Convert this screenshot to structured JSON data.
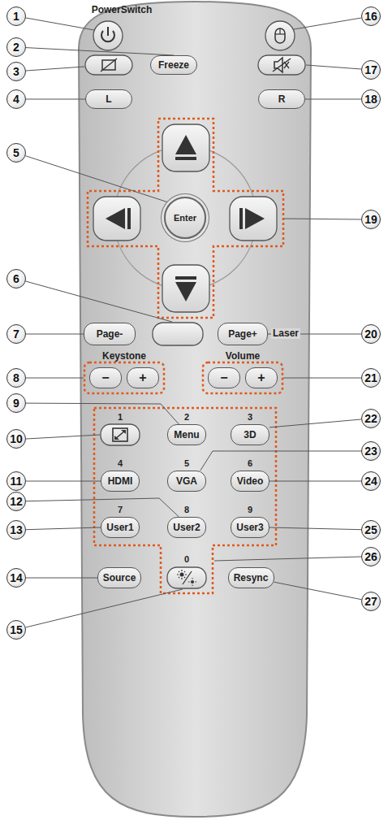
{
  "diagram": {
    "nodes": [
      {
        "text": [
          "1"
        ]
      },
      {
        "text": [
          "2"
        ]
      },
      {
        "text": [
          "3"
        ]
      },
      {
        "text": [
          "4"
        ]
      },
      {
        "text": [
          "5"
        ]
      },
      {
        "text": [
          "6"
        ]
      },
      {
        "text": [
          "7"
        ]
      },
      {
        "text": [
          "8"
        ]
      },
      {
        "text": [
          "9"
        ]
      },
      {
        "text": [
          "10"
        ]
      },
      {
        "text": [
          "11"
        ]
      },
      {
        "text": [
          "12"
        ]
      },
      {
        "text": [
          "13"
        ]
      },
      {
        "text": [
          "14"
        ]
      },
      {
        "text": [
          "15"
        ]
      },
      {
        "text": [
          "16"
        ]
      },
      {
        "text": [
          "17"
        ]
      },
      {
        "text": [
          "18"
        ]
      },
      {
        "text": [
          "19"
        ]
      },
      {
        "text": [
          "20"
        ]
      },
      {
        "text": [
          "21"
        ]
      },
      {
        "text": [
          "22"
        ]
      },
      {
        "text": [
          "23"
        ]
      },
      {
        "text": [
          "24"
        ]
      },
      {
        "text": [
          "25"
        ]
      },
      {
        "text": [
          "26"
        ]
      },
      {
        "text": [
          "27"
        ]
      },
      {
        "text": [
          "Freeze"
        ]
      },
      {
        "text": [
          "L"
        ]
      },
      {
        "text": [
          "R"
        ]
      },
      {
        "text": [
          "Enter"
        ]
      },
      {
        "text": [
          "Page-"
        ]
      },
      {
        "text": [
          "Page+"
        ]
      },
      {
        "text": [
          "−"
        ]
      },
      {
        "text": [
          "+"
        ]
      },
      {
        "text": [
          "−"
        ]
      },
      {
        "text": [
          "+"
        ]
      },
      {
        "text": [
          "Menu"
        ]
      },
      {
        "text": [
          "3D"
        ]
      },
      {
        "text": [
          "HDMI"
        ]
      },
      {
        "text": [
          "VGA"
        ]
      },
      {
        "text": [
          "Video"
        ]
      },
      {
        "text": [
          "User1"
        ]
      },
      {
        "text": [
          "User2"
        ]
      },
      {
        "text": [
          "User3"
        ]
      },
      {
        "text": [
          "Source"
        ]
      },
      {
        "text": [
          "Resync"
        ]
      }
    ],
    "edges": [
      {
        "from": 1,
        "to": 27,
        "arrow": "none"
      },
      {
        "from": 3,
        "to": 28,
        "arrow": "none"
      },
      {
        "from": 17,
        "to": 29,
        "arrow": "none"
      },
      {
        "from": 4,
        "to": 30,
        "arrow": "none"
      },
      {
        "from": 6,
        "to": 31,
        "arrow": "none"
      },
      {
        "from": 19,
        "to": 32,
        "arrow": "none"
      },
      {
        "from": 8,
        "to": 37,
        "arrow": "none"
      },
      {
        "from": 21,
        "to": 38,
        "arrow": "none"
      },
      {
        "from": 10,
        "to": 39,
        "arrow": "none"
      },
      {
        "from": 22,
        "to": 40,
        "arrow": "none"
      },
      {
        "from": 23,
        "to": 41,
        "arrow": "none"
      },
      {
        "from": 12,
        "to": 42,
        "arrow": "none"
      },
      {
        "from": 11,
        "to": 43,
        "arrow": "none"
      },
      {
        "from": 24,
        "to": 44,
        "arrow": "none"
      },
      {
        "from": 13,
        "to": 45,
        "arrow": "none"
      },
      {
        "from": 26,
        "to": 46,
        "arrow": "none"
      }
    ],
    "labels": [
      "PowerSwitch",
      "Laser",
      "Keystone",
      "Volume",
      "1",
      "2",
      "3",
      "4",
      "5",
      "6",
      "7",
      "8",
      "9",
      "0"
    ]
  }
}
